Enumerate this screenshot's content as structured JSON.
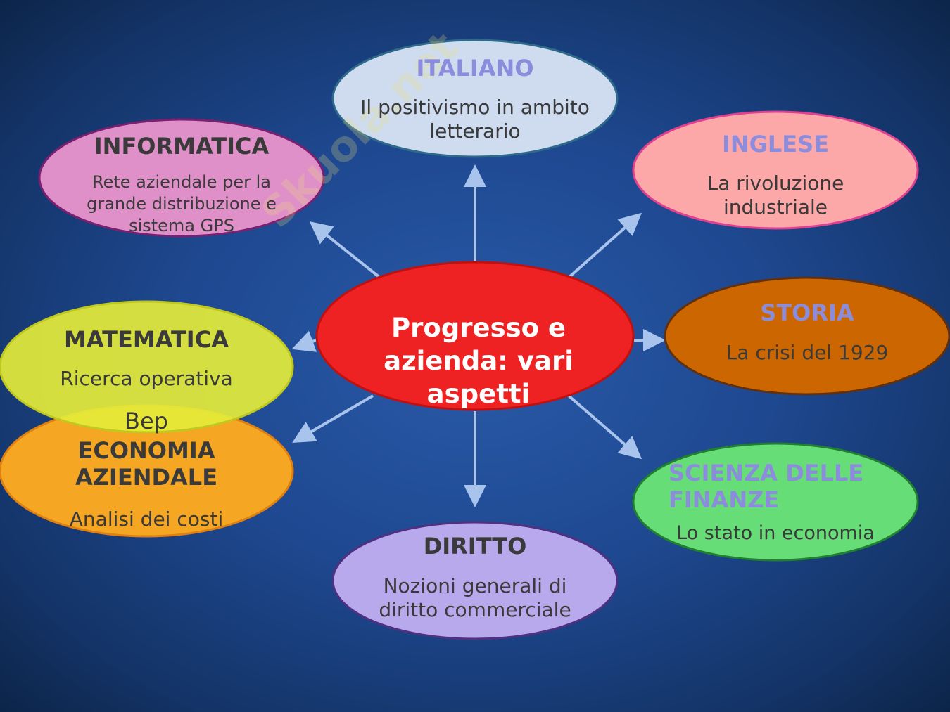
{
  "watermark": "Skuola.net",
  "center": {
    "title": "Progresso e azienda: vari aspetti"
  },
  "nodes": {
    "italiano": {
      "title": "ITALIANO",
      "text": "Il positivismo in ambito letterario"
    },
    "informatica": {
      "title": "INFORMATICA",
      "text": "Rete aziendale per la grande distribuzione e sistema   GPS"
    },
    "inglese": {
      "title": "INGLESE",
      "text": "La rivoluzione industriale"
    },
    "matematica": {
      "title": "MATEMATICA",
      "text": "Ricerca operativa",
      "extra": "Bep"
    },
    "economia": {
      "title": "ECONOMIA AZIENDALE",
      "text": "Analisi dei costi"
    },
    "storia": {
      "title": "STORIA",
      "text": "La crisi del 1929"
    },
    "scienza": {
      "title": "SCIENZA DELLE FINANZE",
      "text": "Lo stato in economia"
    },
    "diritto": {
      "title": "DIRITTO",
      "text": "Nozioni generali di diritto commerciale"
    }
  },
  "colors": {
    "arrow": "#a8c4ec",
    "center": "#ee2222"
  }
}
